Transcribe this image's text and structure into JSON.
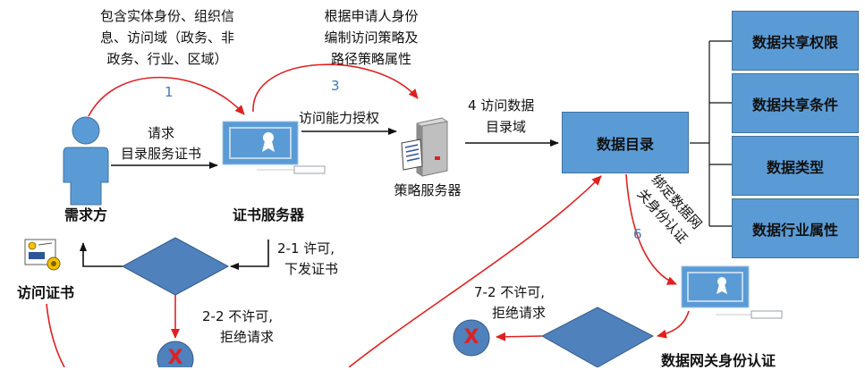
{
  "labels": {
    "identity_info": [
      "包含实体身份、组织信",
      "息、访问域（政务、非",
      "政务、行业、区域）"
    ],
    "policy_info": [
      "根据申请人身份",
      "编制访问策略及",
      "路径策略属性"
    ],
    "step1": "1",
    "step3": "3",
    "step4": [
      "4 访问数据",
      "目录域"
    ],
    "request": [
      "请求",
      "目录服务证书"
    ],
    "authorize": "访问能力授权",
    "requester": "需求方",
    "cert_server": "证书服务器",
    "policy_server": "策略服务器",
    "data_catalog": "数据目录",
    "access_cert": "访问证书",
    "permit_issue": [
      "2-1 许可,",
      "下发证书"
    ],
    "deny_2": [
      "2-2 不许可,",
      "拒绝请求"
    ],
    "deny_7": [
      "7-2 不许可,",
      "拒绝请求"
    ],
    "bind_auth": [
      "绑定数据网",
      "关身份认证"
    ],
    "step6": "6",
    "gateway_auth": "数据网关身份认证",
    "attributes": [
      "数据共享权限",
      "数据共享条件",
      "数据类型",
      "数据行业属性"
    ],
    "deny_mark": "X"
  },
  "colors": {
    "box_blue": "#5b9bd5",
    "diamond_blue": "#4f81bd",
    "arrow_red": "#e02020",
    "number_blue": "#3f78b8"
  }
}
